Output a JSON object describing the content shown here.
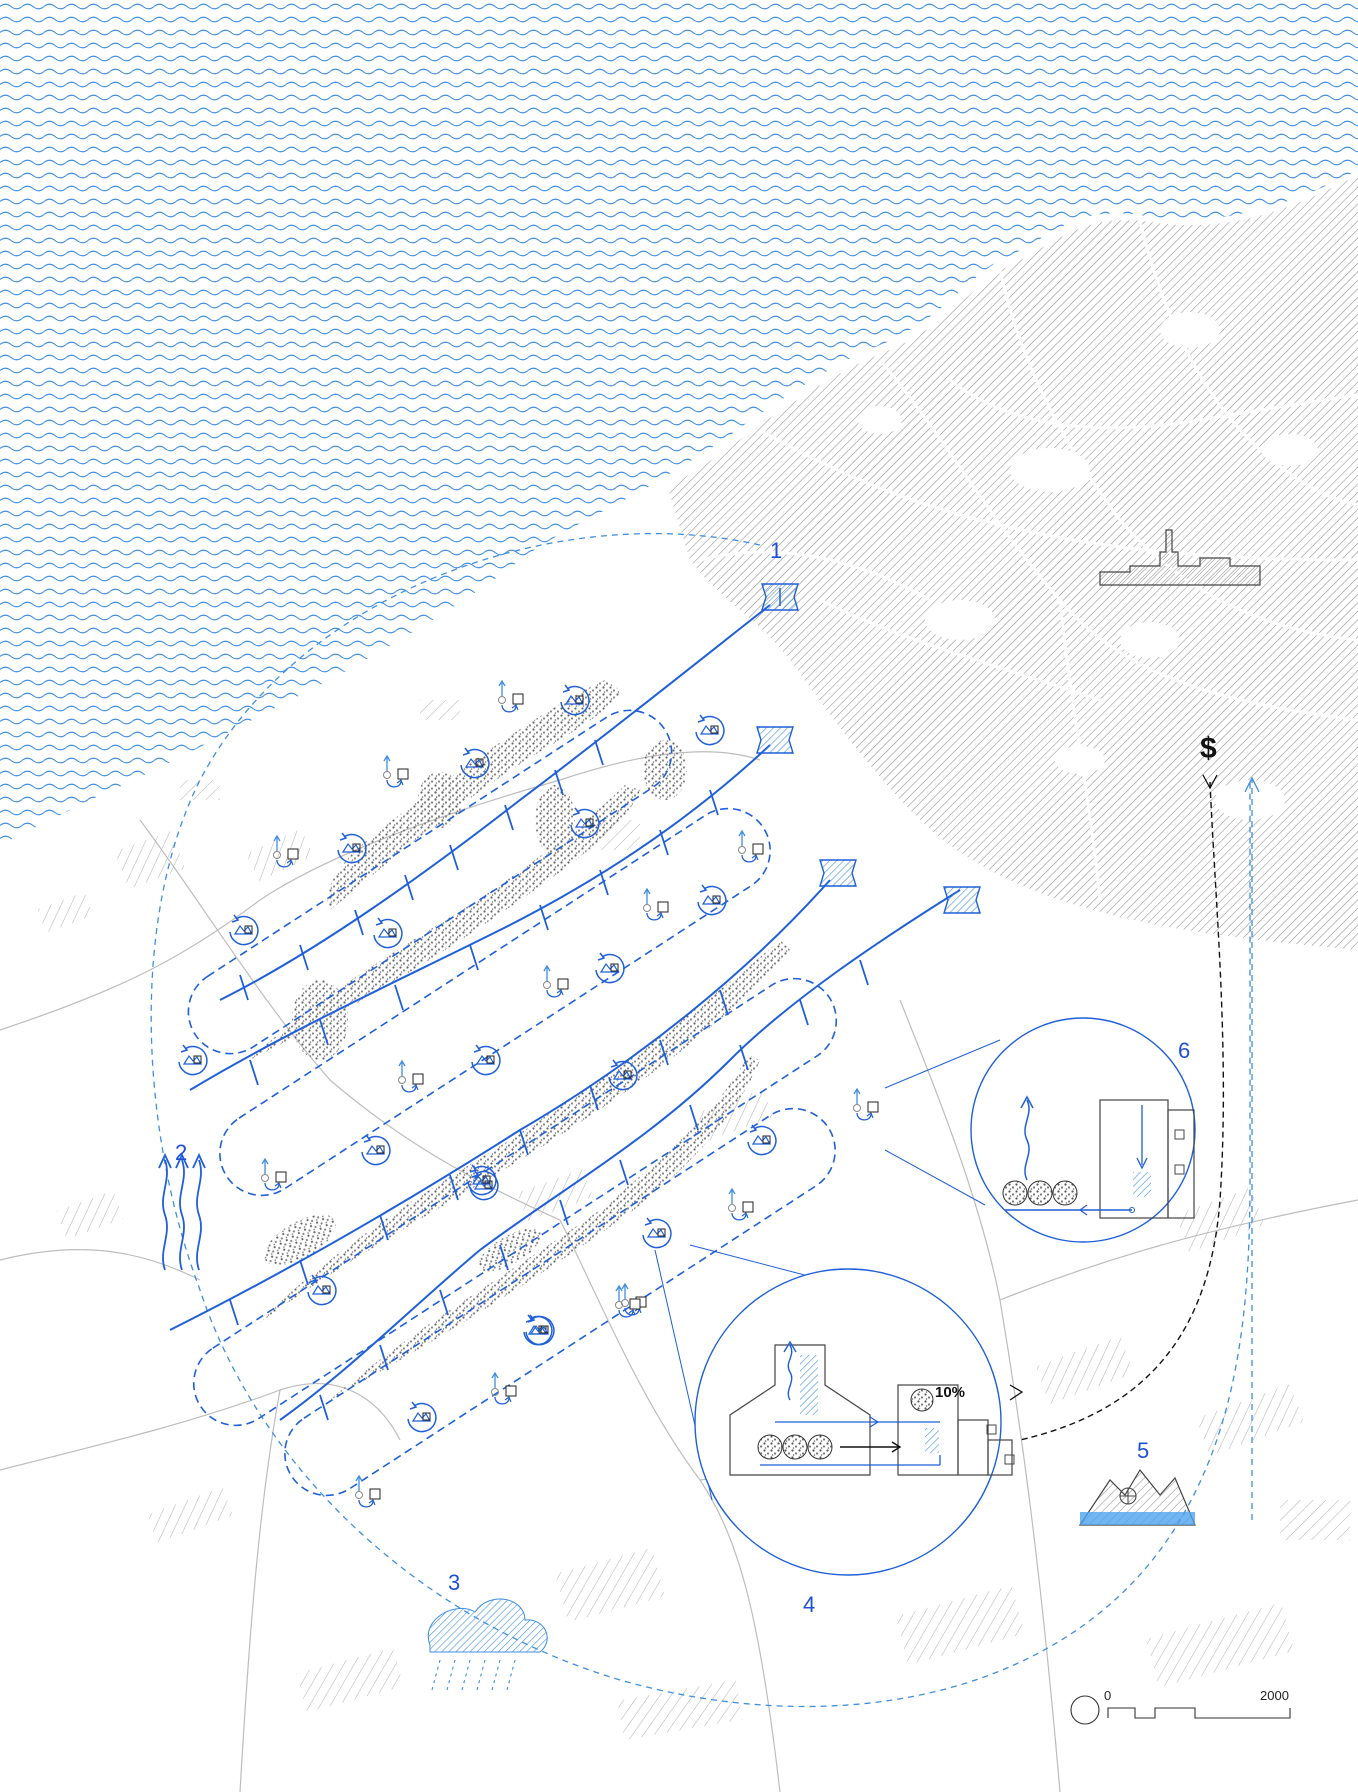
{
  "map": {
    "labels": [
      "1",
      "2",
      "3",
      "4",
      "5",
      "6"
    ],
    "currency_symbol": "$",
    "percent_label": "10%",
    "scale": {
      "start": "0",
      "end": "2000"
    }
  },
  "colors": {
    "water": "#3f8ee0",
    "accent_blue": "#1f5fd9",
    "light_blue": "#4da3ef",
    "hatch": "#9a9a9a",
    "city_fill": "#d7d7d7",
    "road": "#ffffff",
    "outline": "#444444"
  },
  "icons": [
    "wave-pattern",
    "reservoir-icon",
    "recycle-arrow-icon",
    "building-icon",
    "rain-cloud-icon",
    "mountain-icon",
    "factory-skyline-icon",
    "evaporation-arrow-icon",
    "fruit-icon",
    "shower-icon"
  ]
}
